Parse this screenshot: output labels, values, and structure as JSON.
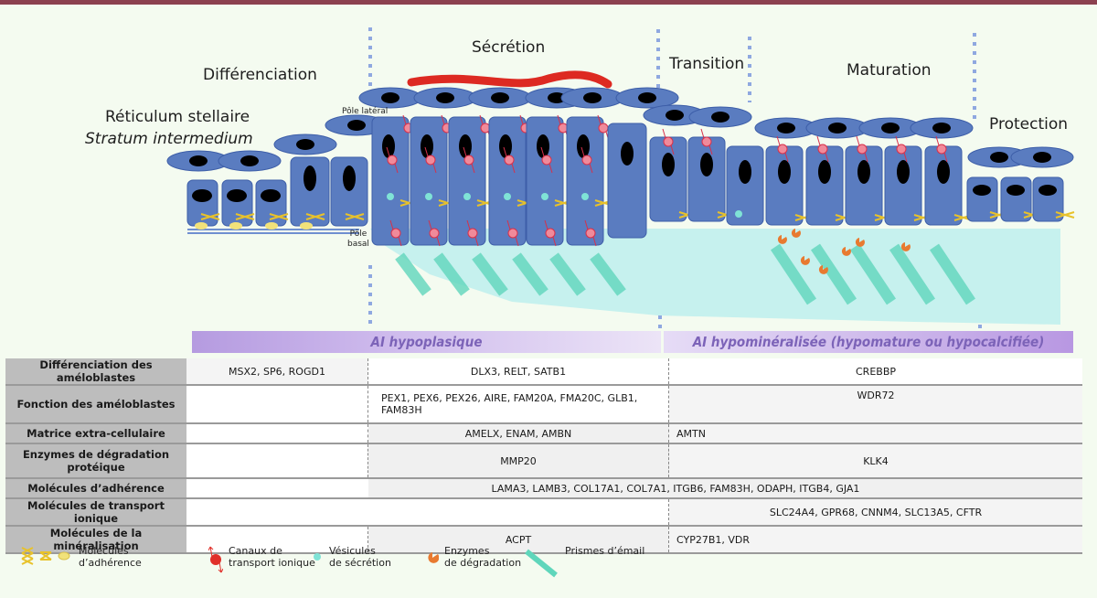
{
  "stages": {
    "differenciation": "Différenciation",
    "secretion": "Sécrétion",
    "transition": "Transition",
    "maturation": "Maturation",
    "protection": "Protection",
    "reticulum": "Réticulum stellaire",
    "stratum": "Stratum intermedium"
  },
  "poles": {
    "lateral": "Pôle latéral",
    "basal_line1": "Pôle",
    "basal_line2": "basal"
  },
  "bands": {
    "hypoplasique": "AI hypoplasique",
    "hypomineralisee": "AI hypominéralisée (hypomature ou hypocalcifiée)"
  },
  "table": {
    "rows": [
      {
        "label": "Différenciation des améloblastes",
        "c1": "MSX2, SP6, ROGD1",
        "c2": "DLX3, RELT, SATB1",
        "c3": "CREBBP"
      },
      {
        "label": "Fonction des améloblastes",
        "c1": "",
        "c2": "PEX1, PEX6, PEX26, AIRE, FAM20A, FMA20C, GLB1, FAM83H",
        "c3": "WDR72"
      },
      {
        "label": "Matrice extra-cellulaire",
        "c1": "",
        "c2": "AMELX, ENAM, AMBN",
        "c3": "AMTN"
      },
      {
        "label": "Enzymes de dégradation protéique",
        "c1": "",
        "c2": "MMP20",
        "c3": "KLK4"
      },
      {
        "label": "Molécules d’adhérence",
        "span": "LAMA3, LAMB3, COL17A1, COL7A1, ITGB6, FAM83H, ODAPH, ITGB4, GJA1"
      },
      {
        "label": "Molécules de transport ionique",
        "c1": "",
        "c2": "",
        "c3": "SLC24A4, GPR68, CNNM4, SLC13A5, CFTR"
      },
      {
        "label": "Molécules de la minéralisation",
        "c1": "",
        "c2": "ACPT",
        "c3": "CYP27B1, VDR"
      }
    ]
  },
  "legend": {
    "adhesion_line1": "Molécules",
    "adhesion_line2": "d’adhérence",
    "ion_line1": "Canaux de",
    "ion_line2": "transport ionique",
    "vesicle_line1": "Vésicules",
    "vesicle_line2": "de sécrétion",
    "enzyme_line1": "Enzymes",
    "enzyme_line2": "de dégradation",
    "prism": "Prismes d’émail"
  },
  "colors": {
    "header_bar": "#8c4150",
    "cell": "#5a7cc0",
    "nucleus": "#000000",
    "vesicle": "#7fe3d6",
    "adhesion": "#e8c22a",
    "channel": "#f08a9a",
    "enzyme": "#e87a30",
    "prism": "#5fd6bb",
    "band": "#b59be0"
  }
}
